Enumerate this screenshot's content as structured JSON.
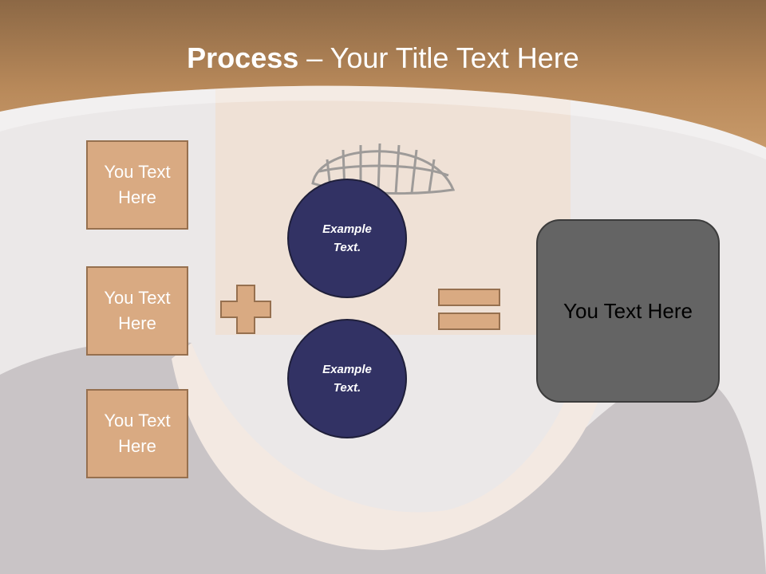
{
  "title": {
    "bold": "Process",
    "rest": " – Your Title Text Here"
  },
  "inputs": [
    {
      "label": "You Text Here"
    },
    {
      "label": "You Text Here"
    },
    {
      "label": "You Text Here"
    }
  ],
  "circles": [
    {
      "label": "Example Text."
    },
    {
      "label": "Example Text."
    }
  ],
  "result": {
    "label": "You Text Here"
  },
  "colors": {
    "header": "#b07e4e",
    "box_fill": "#d9aa82",
    "circle_fill": "#323264",
    "result_fill": "#646464"
  },
  "icons": [
    "plus-icon",
    "equals-icon"
  ]
}
